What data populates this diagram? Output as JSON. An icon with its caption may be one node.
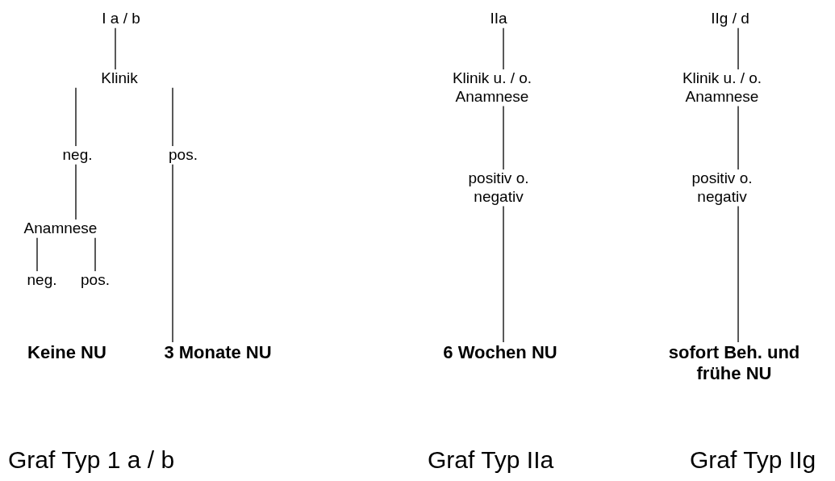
{
  "diagram": {
    "nodes": [
      {
        "text": [
          "I a / b"
        ]
      },
      {
        "text": [
          "Klinik"
        ]
      },
      {
        "text": [
          "neg."
        ]
      },
      {
        "text": [
          "pos."
        ]
      },
      {
        "text": [
          "Anamnese"
        ]
      },
      {
        "text": [
          "neg."
        ]
      },
      {
        "text": [
          "pos."
        ]
      },
      {
        "text": [
          "Keine NU"
        ]
      },
      {
        "text": [
          "3 Monate NU"
        ]
      },
      {
        "text": [
          "IIa"
        ]
      },
      {
        "text": [
          "Klinik u. / o. Anamnese"
        ]
      },
      {
        "text": [
          "positiv o. negativ"
        ]
      },
      {
        "text": [
          "6 Wochen NU"
        ]
      },
      {
        "text": [
          "IIg / d"
        ]
      },
      {
        "text": [
          "Klinik u. / o. Anamnese"
        ]
      },
      {
        "text": [
          "positiv o. negativ"
        ]
      },
      {
        "text": [
          "sofort Beh. und frühe NU"
        ]
      }
    ],
    "edges": [
      {
        "from": 0,
        "to": 1,
        "arrow": "none"
      },
      {
        "from": 1,
        "to": 2,
        "arrow": "none"
      },
      {
        "from": 1,
        "to": 3,
        "arrow": "none"
      },
      {
        "from": 2,
        "to": 4,
        "arrow": "none"
      },
      {
        "from": 4,
        "to": 5,
        "arrow": "none"
      },
      {
        "from": 4,
        "to": 6,
        "arrow": "none"
      },
      {
        "from": 3,
        "to": 8,
        "arrow": "none"
      },
      {
        "from": 9,
        "to": 10,
        "arrow": "none"
      },
      {
        "from": 10,
        "to": 11,
        "arrow": "none"
      },
      {
        "from": 11,
        "to": 12,
        "arrow": "none"
      },
      {
        "from": 13,
        "to": 14,
        "arrow": "none"
      },
      {
        "from": 14,
        "to": 15,
        "arrow": "none"
      },
      {
        "from": 15,
        "to": 16,
        "arrow": "none"
      }
    ],
    "labels": [
      "Graf Typ 1 a / b",
      "Graf Typ IIa",
      "Graf Typ IIg"
    ]
  }
}
